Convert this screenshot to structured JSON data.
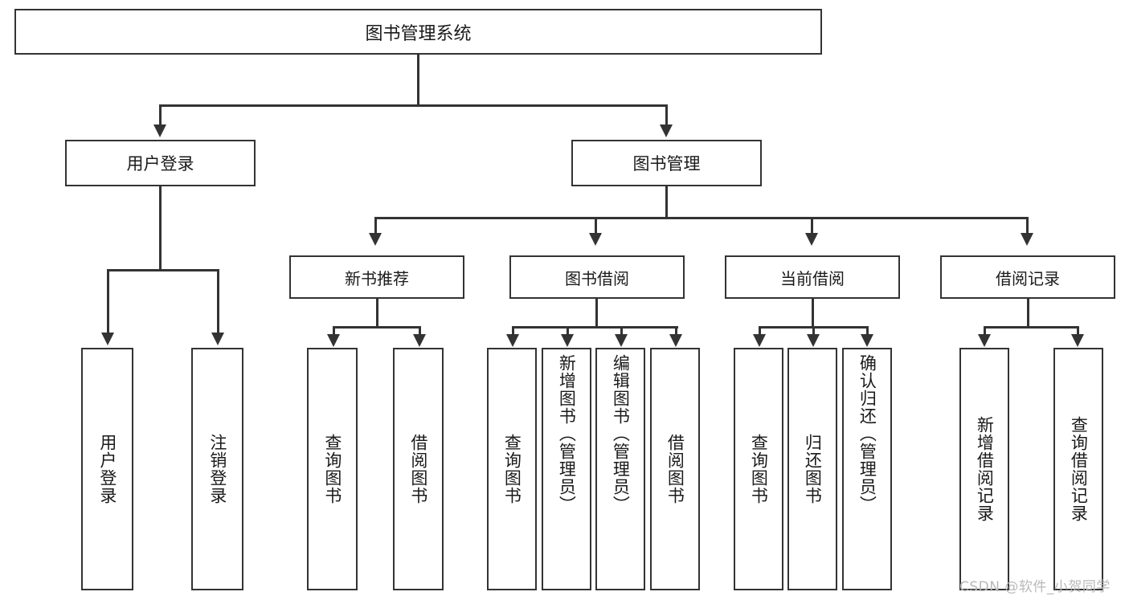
{
  "diagram": {
    "title": "图书管理系统",
    "root": {
      "label": "图书管理系统"
    },
    "level1": [
      {
        "label": "用户登录"
      },
      {
        "label": "图书管理"
      }
    ],
    "level2": [
      {
        "label": "新书推荐"
      },
      {
        "label": "图书借阅"
      },
      {
        "label": "当前借阅"
      },
      {
        "label": "借阅记录"
      }
    ],
    "leaves": {
      "user_login": [
        {
          "label": "用户登录"
        },
        {
          "label": "注销登录"
        }
      ],
      "new_book_recommend": [
        {
          "label": "查询图书"
        },
        {
          "label": "借阅图书"
        }
      ],
      "book_borrow": [
        {
          "label": "查询图书"
        },
        {
          "label": "新增图书（管理员）"
        },
        {
          "label": "编辑图书（管理员）"
        },
        {
          "label": "借阅图书"
        }
      ],
      "current_borrow": [
        {
          "label": "查询图书"
        },
        {
          "label": "归还图书"
        },
        {
          "label": "确认归还（管理员）"
        }
      ],
      "borrow_record": [
        {
          "label": "新增借阅记录"
        },
        {
          "label": "查询借阅记录"
        }
      ]
    }
  },
  "watermark": {
    "text": "CSDN @软件_小贺同学"
  },
  "colors": {
    "stroke": "#333333",
    "text": "#1a1a1a",
    "background": "#ffffff",
    "watermark": "#b9b9b9"
  }
}
